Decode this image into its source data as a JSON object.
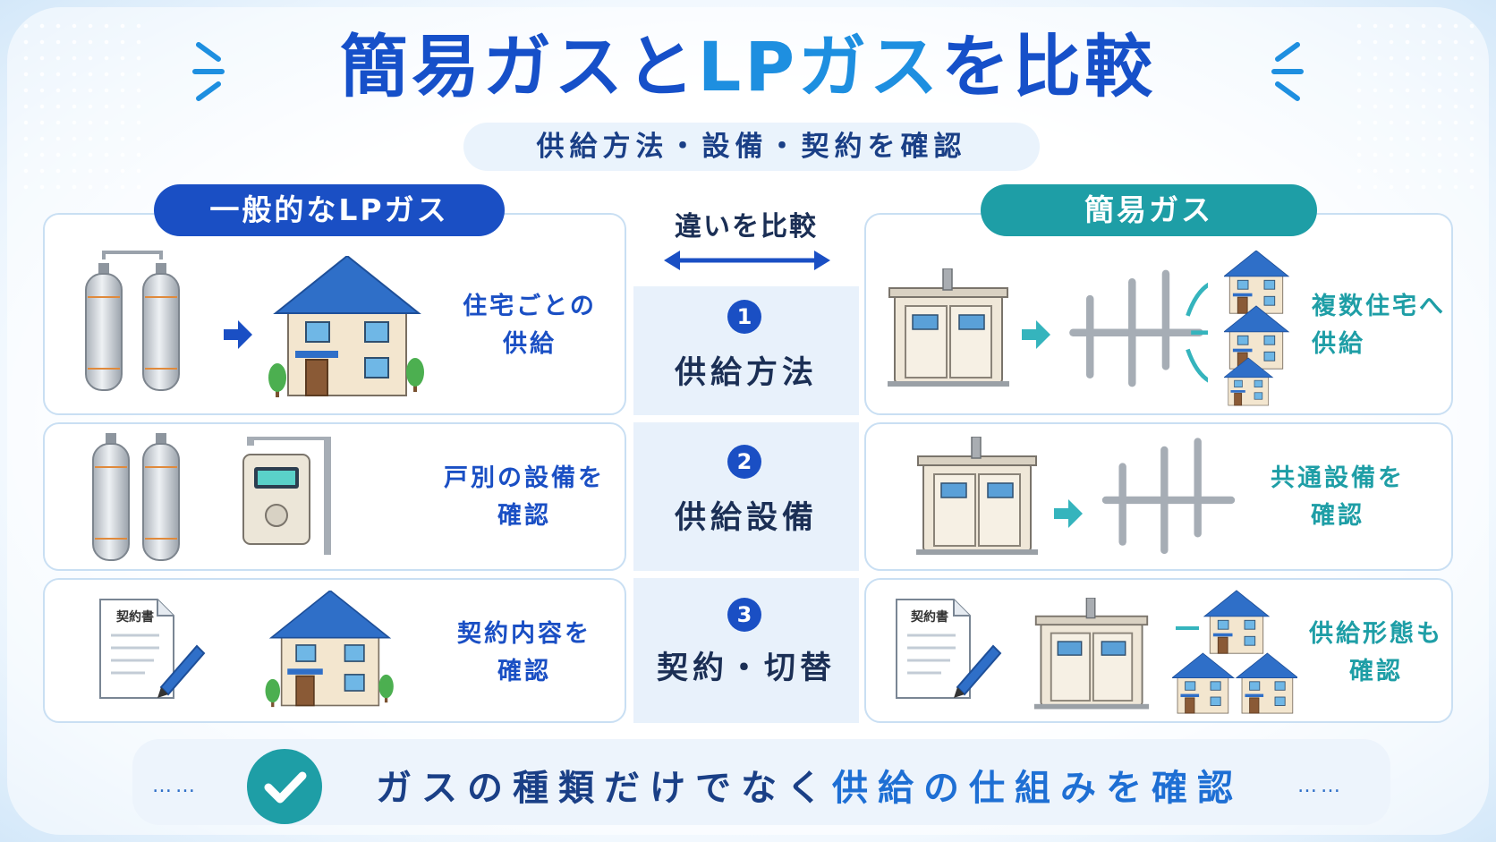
{
  "title": {
    "part1": "簡易ガスと",
    "part2": "LPガス",
    "part3": "を比較"
  },
  "subtitle": "供給方法・設備・契約を確認",
  "headers": {
    "left": "一般的なLPガス",
    "right": "簡易ガス",
    "middle": "違いを比較"
  },
  "rows": [
    {
      "num": "1",
      "label": "供給方法",
      "left_caption": [
        "住宅ごとの",
        "供給"
      ],
      "right_caption": [
        "複数住宅へ",
        "供給"
      ]
    },
    {
      "num": "2",
      "label": "供給設備",
      "left_caption": [
        "戸別の設備を",
        "確認"
      ],
      "right_caption": [
        "共通設備を",
        "確認"
      ]
    },
    {
      "num": "3",
      "label": "契約・切替",
      "left_caption": [
        "契約内容を",
        "確認"
      ],
      "right_caption": [
        "供給形態も",
        "確認"
      ]
    }
  ],
  "contract_doc_label": "契約書",
  "banner": {
    "part1": "ガスの種類だけでなく",
    "part2": "供給の仕組みを確認",
    "dots": "……"
  },
  "colors": {
    "navy": "#1a4fc4",
    "teal": "#1e9ea6",
    "sky": "#1e8fe0"
  },
  "icons": [
    "gas-cylinder-icon",
    "house-icon",
    "arrow-right-icon",
    "gas-meter-icon",
    "utility-shed-icon",
    "pipe-network-icon",
    "contract-document-icon",
    "pen-icon",
    "check-icon",
    "double-arrow-icon"
  ]
}
